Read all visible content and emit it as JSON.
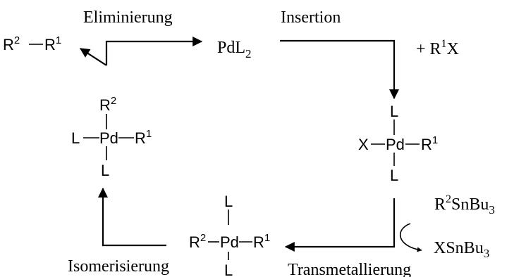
{
  "labels": {
    "elimination": "Eliminierung",
    "insertion": "Insertion",
    "isomerization": "Isomerisierung",
    "transmetalation": "Transmetallierung"
  },
  "catalyst": {
    "pd": "PdL",
    "sub": "2"
  },
  "reagents": {
    "r1x_prefix": "+ R",
    "r1x_sup": "1",
    "r1x_suffix": "X",
    "r2snbu3_r": "R",
    "r2snbu3_sup": "2",
    "r2snbu3_mid": "SnBu",
    "r2snbu3_sub": "3",
    "xsnbu3_mid": "XSnBu",
    "xsnbu3_sub": "3"
  },
  "product": {
    "r2": "R",
    "r2_sup": "2",
    "r1": "R",
    "r1_sup": "1"
  },
  "complex_left": {
    "top_r": "R",
    "top_sup": "2",
    "left": "L",
    "pd": "Pd",
    "right_r": "R",
    "right_sup": "1",
    "bottom": "L"
  },
  "complex_right": {
    "top": "L",
    "left": "X",
    "pd": "Pd",
    "right_r": "R",
    "right_sup": "1",
    "bottom": "L"
  },
  "complex_bottom": {
    "top": "L",
    "left_r": "R",
    "left_sup": "2",
    "pd": "Pd",
    "right_r": "R",
    "right_sup": "1",
    "bottom": "L"
  }
}
